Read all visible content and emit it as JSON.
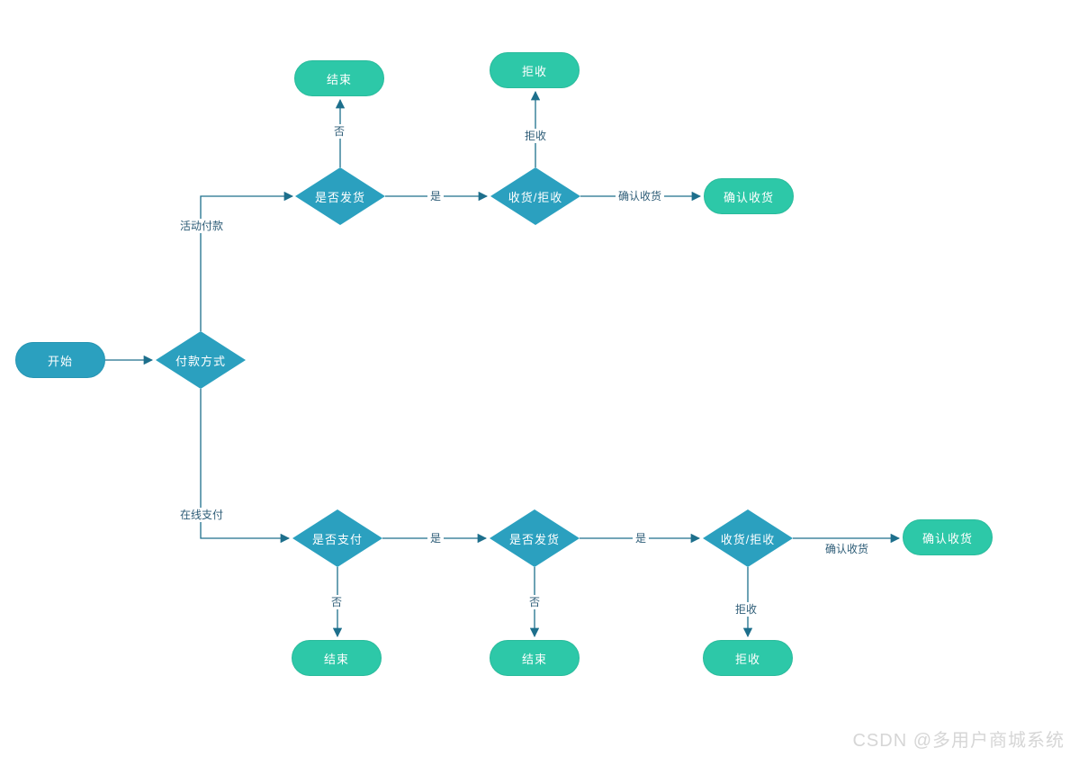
{
  "diagram": {
    "watermark": "CSDN @多用户商城系统",
    "colors": {
      "process_fill": "#2ba0bf",
      "process_border": "#2795b3",
      "terminal_fill": "#2dc8a8",
      "terminal_border": "#2abb9c",
      "line": "#1d6f8c",
      "label_text": "#2d5c77",
      "node_text": "#ffffff",
      "watermark": "#d6d6d6"
    },
    "nodes": [
      {
        "id": "start",
        "type": "start",
        "label": "开始"
      },
      {
        "id": "payment-method",
        "type": "decision",
        "label": "付款方式"
      },
      {
        "id": "ship-top",
        "type": "decision",
        "label": "是否发货"
      },
      {
        "id": "receive-top",
        "type": "decision",
        "label": "收货/拒收"
      },
      {
        "id": "confirm-top",
        "type": "terminal",
        "label": "确认收货"
      },
      {
        "id": "end-top",
        "type": "terminal",
        "label": "结束"
      },
      {
        "id": "reject-top",
        "type": "terminal",
        "label": "拒收"
      },
      {
        "id": "pay-bottom",
        "type": "decision",
        "label": "是否支付"
      },
      {
        "id": "ship-bottom",
        "type": "decision",
        "label": "是否发货"
      },
      {
        "id": "receive-bottom",
        "type": "decision",
        "label": "收货/拒收"
      },
      {
        "id": "confirm-bottom",
        "type": "terminal",
        "label": "确认收货"
      },
      {
        "id": "end-bottom-left",
        "type": "terminal",
        "label": "结束"
      },
      {
        "id": "end-bottom-mid",
        "type": "terminal",
        "label": "结束"
      },
      {
        "id": "reject-bottom",
        "type": "terminal",
        "label": "拒收"
      }
    ],
    "edge_labels": [
      {
        "id": "activity-payment",
        "text": "活动付款"
      },
      {
        "id": "online-payment",
        "text": "在线支付"
      },
      {
        "id": "no-top",
        "text": "否"
      },
      {
        "id": "yes-top",
        "text": "是"
      },
      {
        "id": "reject-top-label",
        "text": "拒收"
      },
      {
        "id": "confirm-top-label",
        "text": "确认收货"
      },
      {
        "id": "yes-bottom-1",
        "text": "是"
      },
      {
        "id": "no-bottom-1",
        "text": "否"
      },
      {
        "id": "yes-bottom-2",
        "text": "是"
      },
      {
        "id": "no-bottom-2",
        "text": "否"
      },
      {
        "id": "confirm-bottom-label",
        "text": "确认收货"
      },
      {
        "id": "reject-bottom-label",
        "text": "拒收"
      }
    ]
  }
}
